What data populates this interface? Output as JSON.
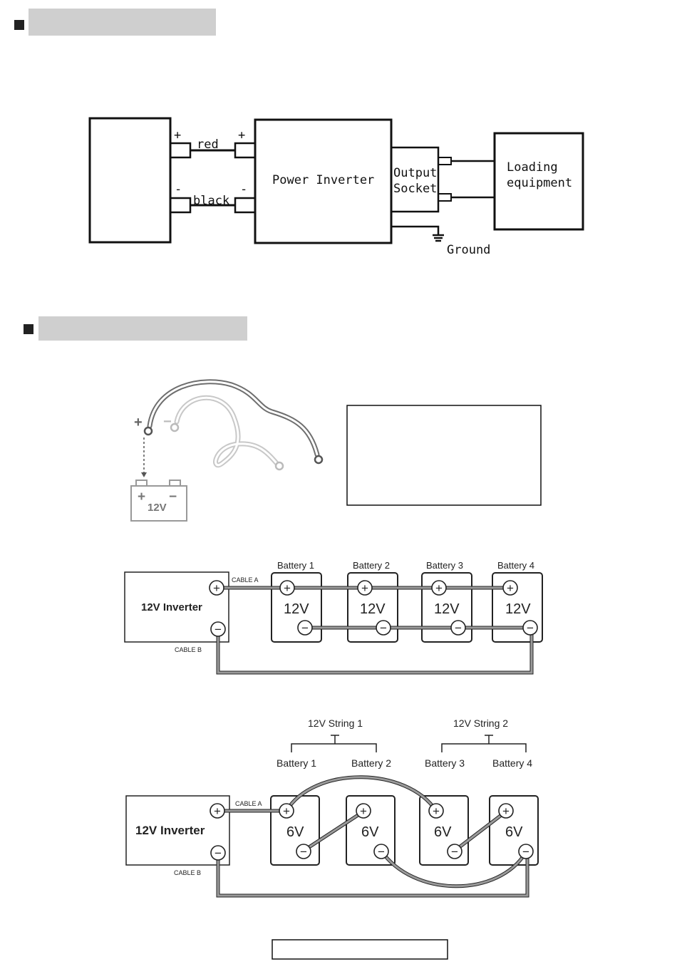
{
  "wiring_diagram": {
    "red_label": "red",
    "black_label": "black",
    "plus_left": "+",
    "minus_left": "-",
    "plus_right": "+",
    "minus_right": "-",
    "inverter_label": "Power Inverter",
    "output_line1": "Output",
    "output_line2": "Socket",
    "load_line1": "Loading",
    "load_line2": "equipment",
    "ground_label": "Ground"
  },
  "cable_illustration": {
    "plus_sign": "+",
    "minus_sign": "−",
    "battery_voltage": "12V"
  },
  "parallel_diagram": {
    "inverter_label": "12V  Inverter",
    "cable_a": "CABLE A",
    "cable_b": "CABLE B",
    "batteries": [
      {
        "name": "Battery 1",
        "voltage": "12V"
      },
      {
        "name": "Battery 2",
        "voltage": "12V"
      },
      {
        "name": "Battery 3",
        "voltage": "12V"
      },
      {
        "name": "Battery 4",
        "voltage": "12V"
      }
    ]
  },
  "series_parallel_diagram": {
    "string1": "12V String 1",
    "string2": "12V String 2",
    "inverter_label": "12V  Inverter",
    "cable_a": "CABLE A",
    "cable_b": "CABLE B",
    "batteries": [
      {
        "name": "Battery 1",
        "voltage": "6V"
      },
      {
        "name": "Battery 2",
        "voltage": "6V"
      },
      {
        "name": "Battery 3",
        "voltage": "6V"
      },
      {
        "name": "Battery 4",
        "voltage": "6V"
      }
    ]
  },
  "terminal_symbols": {
    "plus": "+",
    "minus": "−"
  }
}
